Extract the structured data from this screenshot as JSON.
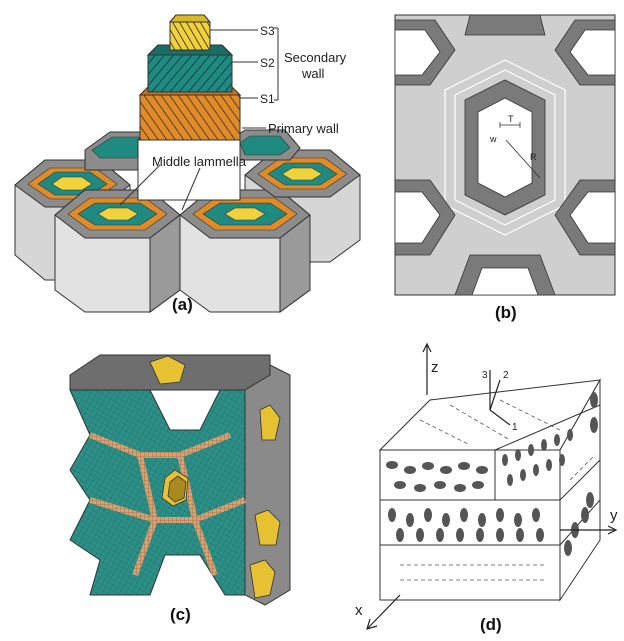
{
  "panel_a": {
    "caption": "(a)",
    "labels": {
      "s3": "S3",
      "s2": "S2",
      "s1": "S1",
      "secondary_line1": "Secondary",
      "secondary_line2": "wall",
      "primary": "Primary wall",
      "middle": "Middle lammella"
    }
  },
  "panel_b": {
    "caption": "(b)",
    "labels": {
      "t": "T",
      "w": "w",
      "r": "R"
    }
  },
  "panel_c": {
    "caption": "(c)"
  },
  "panel_d": {
    "caption": "(d)",
    "labels": {
      "z": "z",
      "y": "y",
      "x": "x",
      "axis3": "3",
      "axis2": "2",
      "axis1": "1"
    }
  },
  "colors": {
    "teal": "#1f8a80",
    "orange": "#e08a28",
    "yellow": "#f2d23a",
    "light_gray": "#d9d9d9",
    "mid_gray": "#8c8c8c",
    "dark_gray": "#555555",
    "cell_white": "#ffffff"
  }
}
